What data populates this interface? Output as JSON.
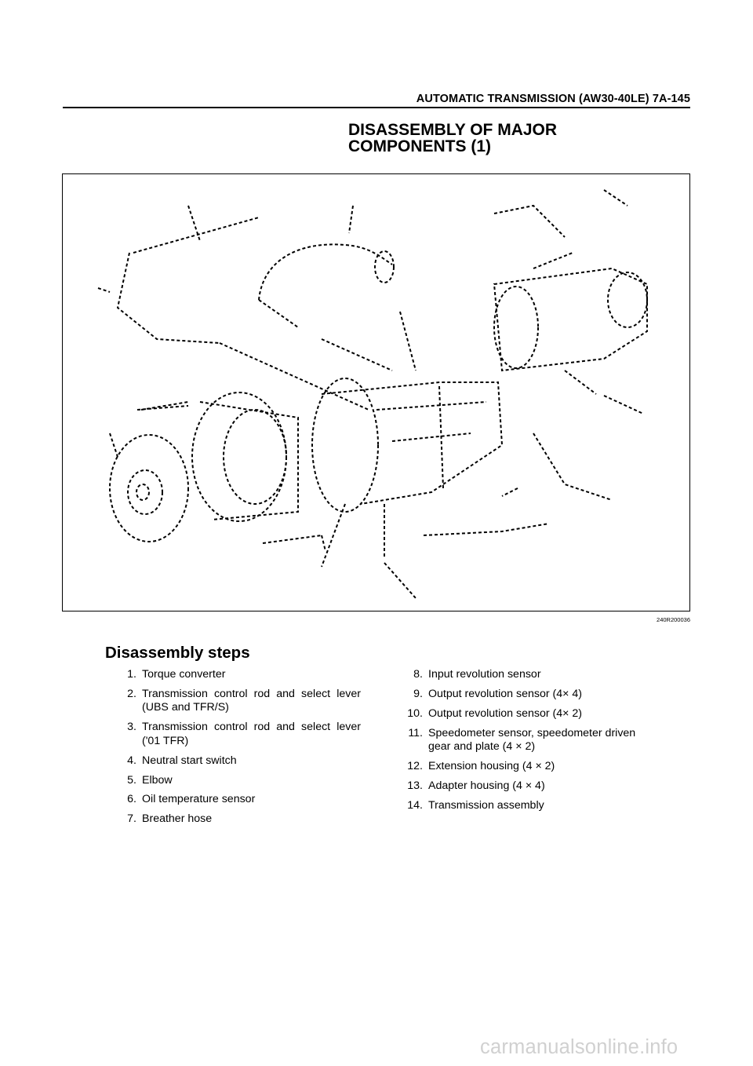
{
  "header": {
    "text": "AUTOMATIC TRANSMISSION (AW30-40LE)  7A-145"
  },
  "title": {
    "line1": "DISASSEMBLY OF MAJOR",
    "line2": "COMPONENTS (1)"
  },
  "figure": {
    "id": "240R200036"
  },
  "steps": {
    "heading": "Disassembly steps",
    "left": [
      {
        "num": "1.",
        "text": "Torque converter"
      },
      {
        "num": "2.",
        "text": "Transmission control rod and select lever (UBS and TFR/S)"
      },
      {
        "num": "3.",
        "text": "Transmission control rod and select lever ('01 TFR)"
      },
      {
        "num": "4.",
        "text": "Neutral start switch"
      },
      {
        "num": "5.",
        "text": "Elbow"
      },
      {
        "num": "6.",
        "text": "Oil temperature sensor"
      },
      {
        "num": "7.",
        "text": "Breather hose"
      }
    ],
    "right": [
      {
        "num": "8.",
        "text": "Input revolution sensor"
      },
      {
        "num": "9.",
        "text": "Output revolution sensor (4×  4)"
      },
      {
        "num": "10.",
        "text": "Output revolution sensor (4×  2)"
      },
      {
        "num": "11.",
        "text": "Speedometer sensor, speedometer driven gear and plate (4 × 2)"
      },
      {
        "num": "12.",
        "text": "Extension housing (4 × 2)"
      },
      {
        "num": "13.",
        "text": "Adapter housing (4 × 4)"
      },
      {
        "num": "14.",
        "text": "Transmission assembly"
      }
    ]
  },
  "watermark": {
    "text": "carmanualsonline.info"
  }
}
